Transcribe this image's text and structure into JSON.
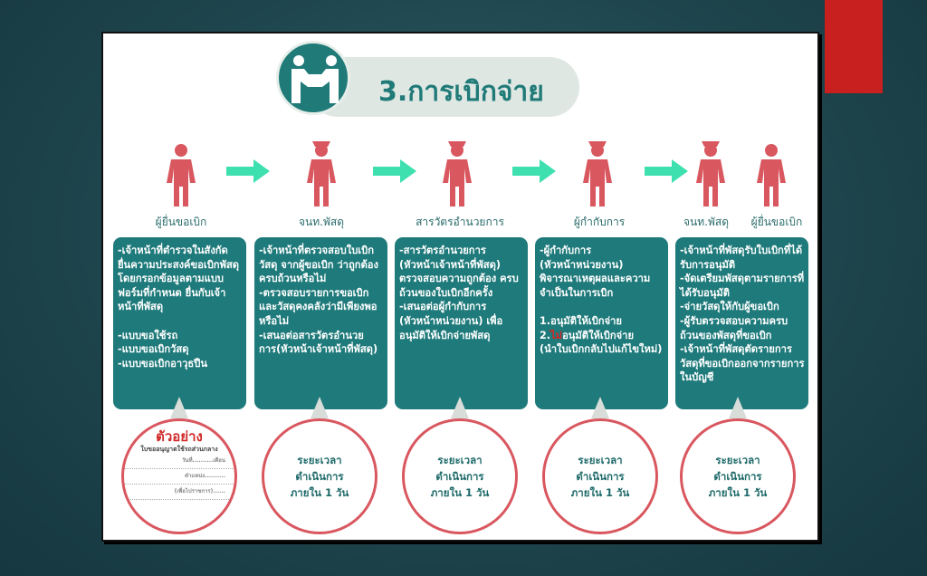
{
  "title": "3.การเบิกจ่าย",
  "colors": {
    "teal": "#1f7a7b",
    "figure": "#d9575f",
    "arrow": "#3ee0b0",
    "accent": "#c8201e"
  },
  "steps": [
    {
      "label": "ผู้ยื่นขอเบิก",
      "text": "-เจ้าหน้าที่ตำรวจในสังกัด ยื่นความประสงค์ขอเบิกพัสดุ โดยกรอกข้อมูลตามแบบฟอร์มที่กำหนด ยื่นกับเจ้าหน้าที่พัสดุ\n\n-แบบขอใช้รถ\n-แบบขอเบิกวัสดุ\n-แบบขอเบิกอาวุธปืน"
    },
    {
      "label": "จนท.พัสดุ",
      "text": "-เจ้าหน้าที่ตรวจสอบใบเบิกวัสดุ จากผู้ขอเบิก ว่าถูกต้องครบถ้วนหรือไม่\n-ตรวจสอบรายการขอเบิกและวัสดุคงคลังว่ามีเพียงพอหรือไม่\n-เสนอต่อสารวัตรอำนวยการ(หัวหน้าเจ้าหน้าที่พัสดุ)"
    },
    {
      "label": "สารวัตรอำนวยการ",
      "text": "-สารวัตรอำนวยการ (หัวหน้าเจ้าหน้าที่พัสดุ) ตรวจสอบความถูกต้อง ครบถ้วนของใบเบิกอีกครั้ง\n-เสนอต่อผู้กำกับการ (หัวหน้าหน่วยงาน) เพื่ออนุมัติให้เบิกจ่ายพัสดุ"
    },
    {
      "label": "ผู้กำกับการ",
      "text_a": "-ผู้กำกับการ\n(หัวหน้าหน่วยงาน)\nพิจารณาเหตุผลและความจำเป็นในการเบิก\n\n 1.อนุมัติให้เบิกจ่าย\n 2.",
      "text_red": "ไม่",
      "text_b": "อนุมัติให้เบิกจ่าย\n(นำใบเบิกกลับไปแก้ไขใหม่)"
    },
    {
      "label": "จนท.พัสดุ",
      "label2": "ผู้ยื่นขอเบิก",
      "text": "-เจ้าหน้าที่พัสดุรับใบเบิกที่ได้รับการอนุมัติ\n-จัดเตรียมพัสดุตามรายการที่ได้รับอนุมัติ\n-จ่ายวัสดุให้กับผู้ขอเบิก\n-ผู้รับตรวจสอบความครบถ้วนของพัสดุที่ขอเบิก\n-เจ้าหน้าที่พัสดุตัดรายการวัสดุที่ขอเบิกออกจากรายการในบัญชี"
    }
  ],
  "sample": {
    "heading": "ตัวอย่าง",
    "subheading": "ใบขออนุญาตใช้รถส่วนกลาง",
    "line1": "วันที่..........เดือน",
    "line2": "ตำแหน่ง..........",
    "line3": "(เพื่อไปราชการ)......"
  },
  "duration": "ระยะเวลา\nดำเนินการ\nภายใน 1 วัน"
}
